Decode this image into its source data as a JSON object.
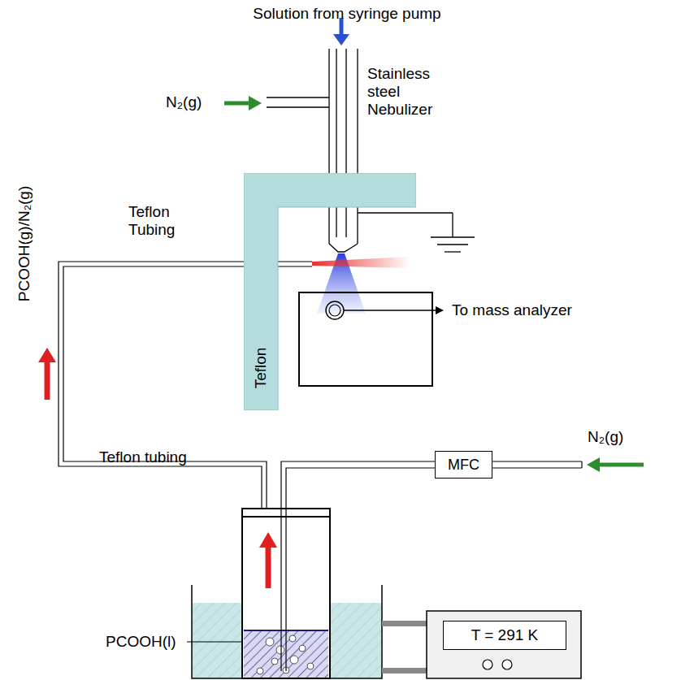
{
  "diagram": {
    "nodes": [
      {
        "text": [
          "Teflon"
        ]
      },
      {
        "text": [
          "MFC"
        ]
      },
      {
        "text": [
          "T = 291 K"
        ]
      }
    ],
    "labels": [
      "Solution from syringe pump",
      "N₂(g)",
      "Stainless steel Nebulizer",
      "Teflon Tubing",
      "To mass analyzer",
      "PCOOH(g)/N₂(g)",
      "Teflon tubing",
      "N₂(g)",
      "PCOOH(l)"
    ]
  }
}
